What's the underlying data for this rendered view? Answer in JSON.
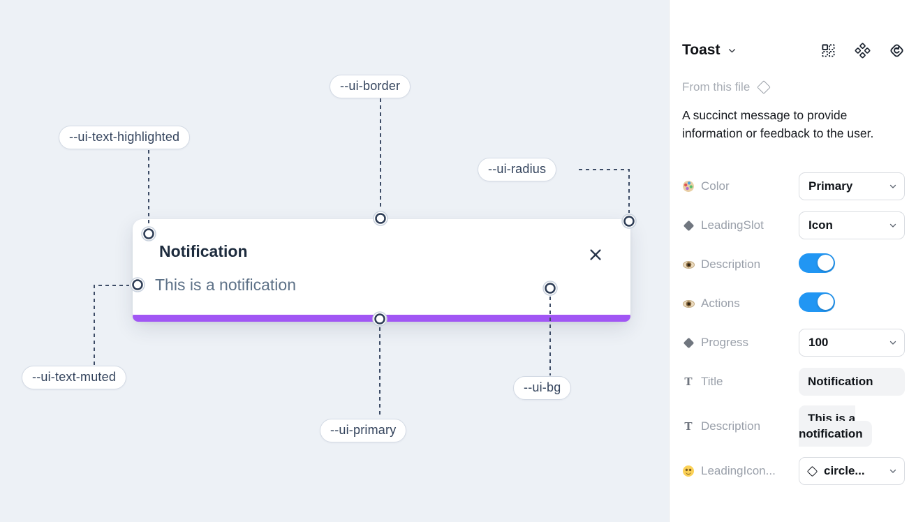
{
  "canvas": {
    "toast": {
      "title": "Notification",
      "description": "This is a notification"
    },
    "tokens": {
      "border": "--ui-border",
      "text_highlighted": "--ui-text-highlighted",
      "radius": "--ui-radius",
      "text_muted": "--ui-text-muted",
      "primary": "--ui-primary",
      "bg": "--ui-bg"
    },
    "colors": {
      "canvas_bg": "#edf1f6",
      "progress_bar": "#a156f4",
      "connector": "#3d4c66"
    }
  },
  "panel": {
    "title": "Toast",
    "source_label": "From this file",
    "description_lines": {
      "line1": "A succinct message to provide",
      "line2": "information or feedback to the user."
    },
    "header_icons": [
      "component-grid-icon",
      "variants-icon",
      "instance-swap-icon"
    ],
    "rows": [
      {
        "label": "Color",
        "value": "Primary",
        "type": "select",
        "icon": "palette-icon"
      },
      {
        "label": "LeadingSlot",
        "value": "Icon",
        "type": "select",
        "icon": "diamond-icon"
      },
      {
        "label": "Description",
        "value": "on",
        "type": "toggle",
        "icon": "eye-icon"
      },
      {
        "label": "Actions",
        "value": "on",
        "type": "toggle",
        "icon": "eye-icon"
      },
      {
        "label": "Progress",
        "value": "100",
        "type": "select",
        "icon": "diamond-icon"
      },
      {
        "label": "Title",
        "value": "Notification",
        "type": "text",
        "icon": "text-icon",
        "icon_glyph": "T"
      },
      {
        "label": "Description",
        "value": "This is a notification",
        "type": "text",
        "icon": "text-icon",
        "icon_glyph": "T"
      },
      {
        "label": "LeadingIcon...",
        "value": "circle...",
        "type": "select-with-icon",
        "icon": "smiley-icon"
      }
    ],
    "colors": {
      "toggle_on": "#2196f3"
    }
  }
}
